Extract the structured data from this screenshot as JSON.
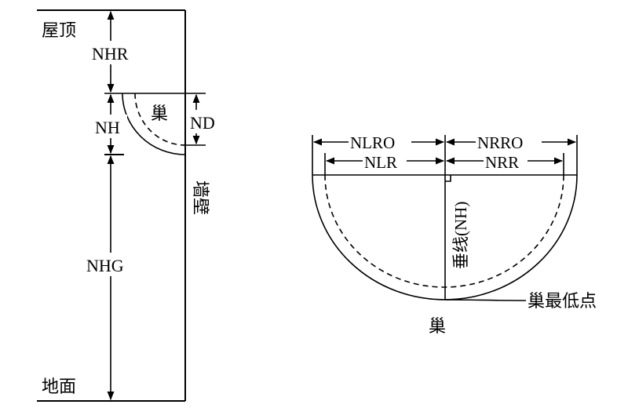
{
  "left_diagram": {
    "roof_label": "屋顶",
    "ground_label": "地面",
    "wall_label": "墙壁",
    "nest_label": "巢",
    "nhr_label": "NHR",
    "nh_label": "NH",
    "nd_label": "ND",
    "nhg_label": "NHG"
  },
  "right_diagram": {
    "nlro_label": "NLRO",
    "nrro_label": "NRRO",
    "nlr_label": "NLR",
    "nrr_label": "NRR",
    "vertical_label": "垂线(NH)",
    "lowest_point_label": "巢最低点",
    "nest_label": "巢"
  }
}
